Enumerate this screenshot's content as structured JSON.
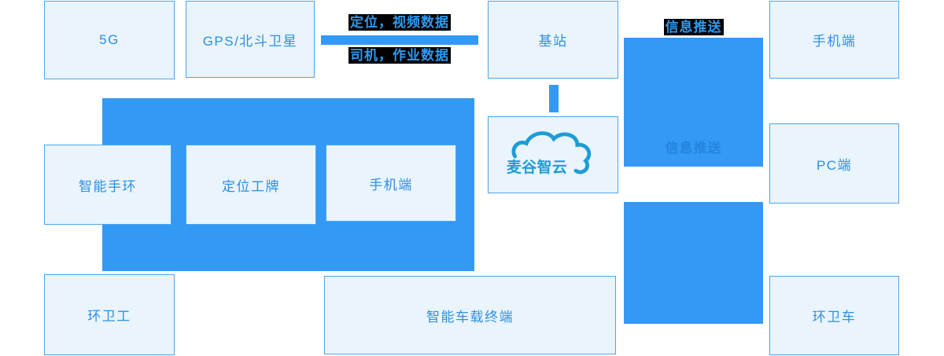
{
  "diagram": {
    "boxes": {
      "g5": "5G",
      "gps": "GPS/北斗卫星",
      "base_station": "基站",
      "phone_top": "手机端",
      "pc": "PC端",
      "sanitation_vehicle": "环卫车",
      "smart_band": "智能手环",
      "locating_badge": "定位工牌",
      "phone_inner": "手机端",
      "sanitation_worker": "环卫工",
      "vehicle_terminal": "智能车载终端"
    },
    "labels": {
      "uplink_data": "定位，视频数据",
      "driver_data": "司机，作业数据",
      "push_top": "信息推送",
      "push_inner": "信息推送"
    },
    "logo": {
      "text": "麦谷智云"
    },
    "colors": {
      "solid_blue": "#3399F5",
      "box_fill": "#E9F4FC",
      "box_border": "#4EA5EB",
      "box_text": "#2E8FE2",
      "highlight_text": "#2E9AF0",
      "highlight_bg": "#000000",
      "push_inner_text": "#2384DE",
      "logo_color": "#1E9CD6"
    }
  }
}
